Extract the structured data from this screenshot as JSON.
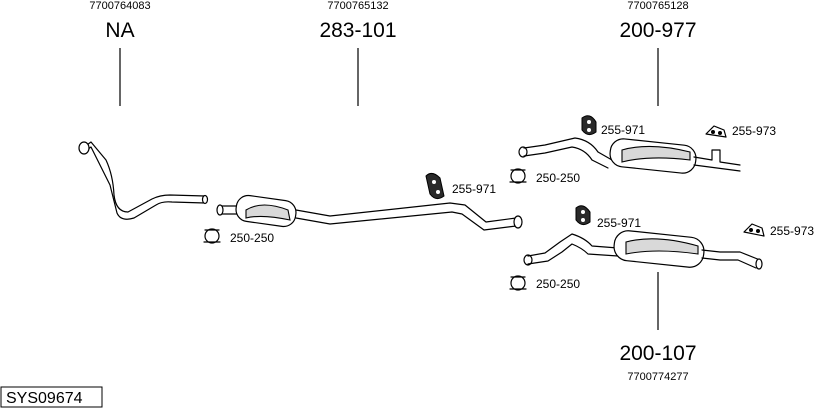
{
  "diagram": {
    "system_code": "SYS09674",
    "assemblies": [
      {
        "id": "front",
        "oem": "7700764083",
        "code": "NA"
      },
      {
        "id": "middle",
        "oem": "7700765132",
        "code": "283-101"
      },
      {
        "id": "rear-upper",
        "oem": "7700765128",
        "code": "200-977"
      },
      {
        "id": "rear-lower",
        "oem": "7700774277",
        "code": "200-107"
      }
    ],
    "fittings": {
      "clamp_front": "250-250",
      "hanger_middle": "255-971",
      "hanger_upper": "255-971",
      "bracket_upper": "255-973",
      "clamp_upper": "250-250",
      "hanger_lower": "255-971",
      "bracket_lower": "255-973",
      "clamp_lower": "250-250"
    }
  }
}
